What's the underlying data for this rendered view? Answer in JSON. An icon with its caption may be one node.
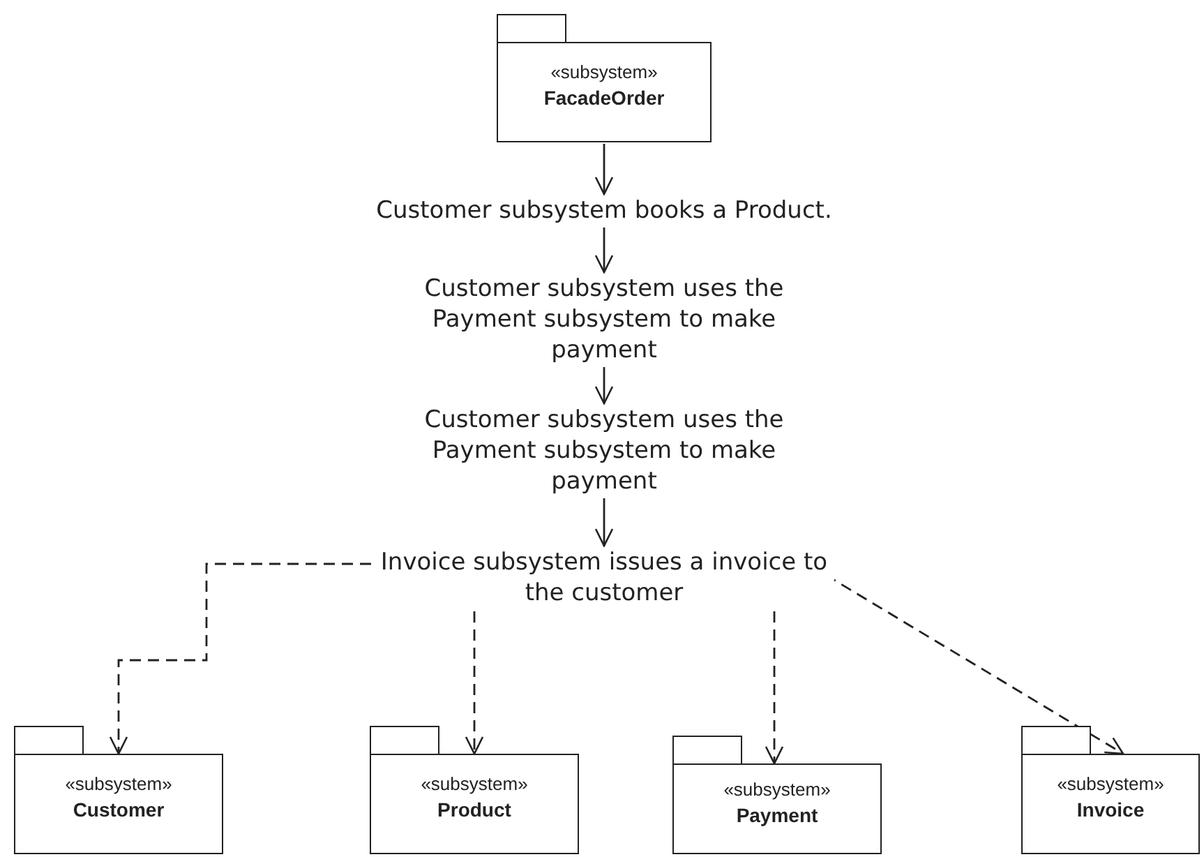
{
  "diagram": {
    "nodes": [
      {
        "text": [
          "«subsystem»",
          "FacadeOrder"
        ]
      },
      {
        "text": [
          "Customer subsystem books a Product."
        ]
      },
      {
        "text": [
          "Customer subsystem uses the Payment subsystem to make payment"
        ]
      },
      {
        "text": [
          "Customer subsystem uses the Payment subsystem to make payment"
        ]
      },
      {
        "text": [
          "Invoice subsystem issues a invoice to the customer"
        ]
      },
      {
        "text": [
          "«subsystem»",
          "Customer"
        ]
      },
      {
        "text": [
          "«subsystem»",
          "Product"
        ]
      },
      {
        "text": [
          "«subsystem»",
          "Payment"
        ]
      },
      {
        "text": [
          "«subsystem»",
          "Invoice"
        ]
      }
    ],
    "edges": [
      {
        "from": 0,
        "to": 1,
        "arrow": "to"
      },
      {
        "from": 1,
        "to": 2,
        "arrow": "to"
      },
      {
        "from": 2,
        "to": 3,
        "arrow": "to"
      },
      {
        "from": 3,
        "to": 4,
        "arrow": "to"
      },
      {
        "from": 4,
        "to": 5,
        "arrow": "to",
        "style": "dashed"
      },
      {
        "from": 4,
        "to": 6,
        "arrow": "to",
        "style": "dashed"
      },
      {
        "from": 4,
        "to": 7,
        "arrow": "to",
        "style": "dashed"
      },
      {
        "from": 4,
        "to": 8,
        "arrow": "to",
        "style": "dashed"
      }
    ]
  }
}
